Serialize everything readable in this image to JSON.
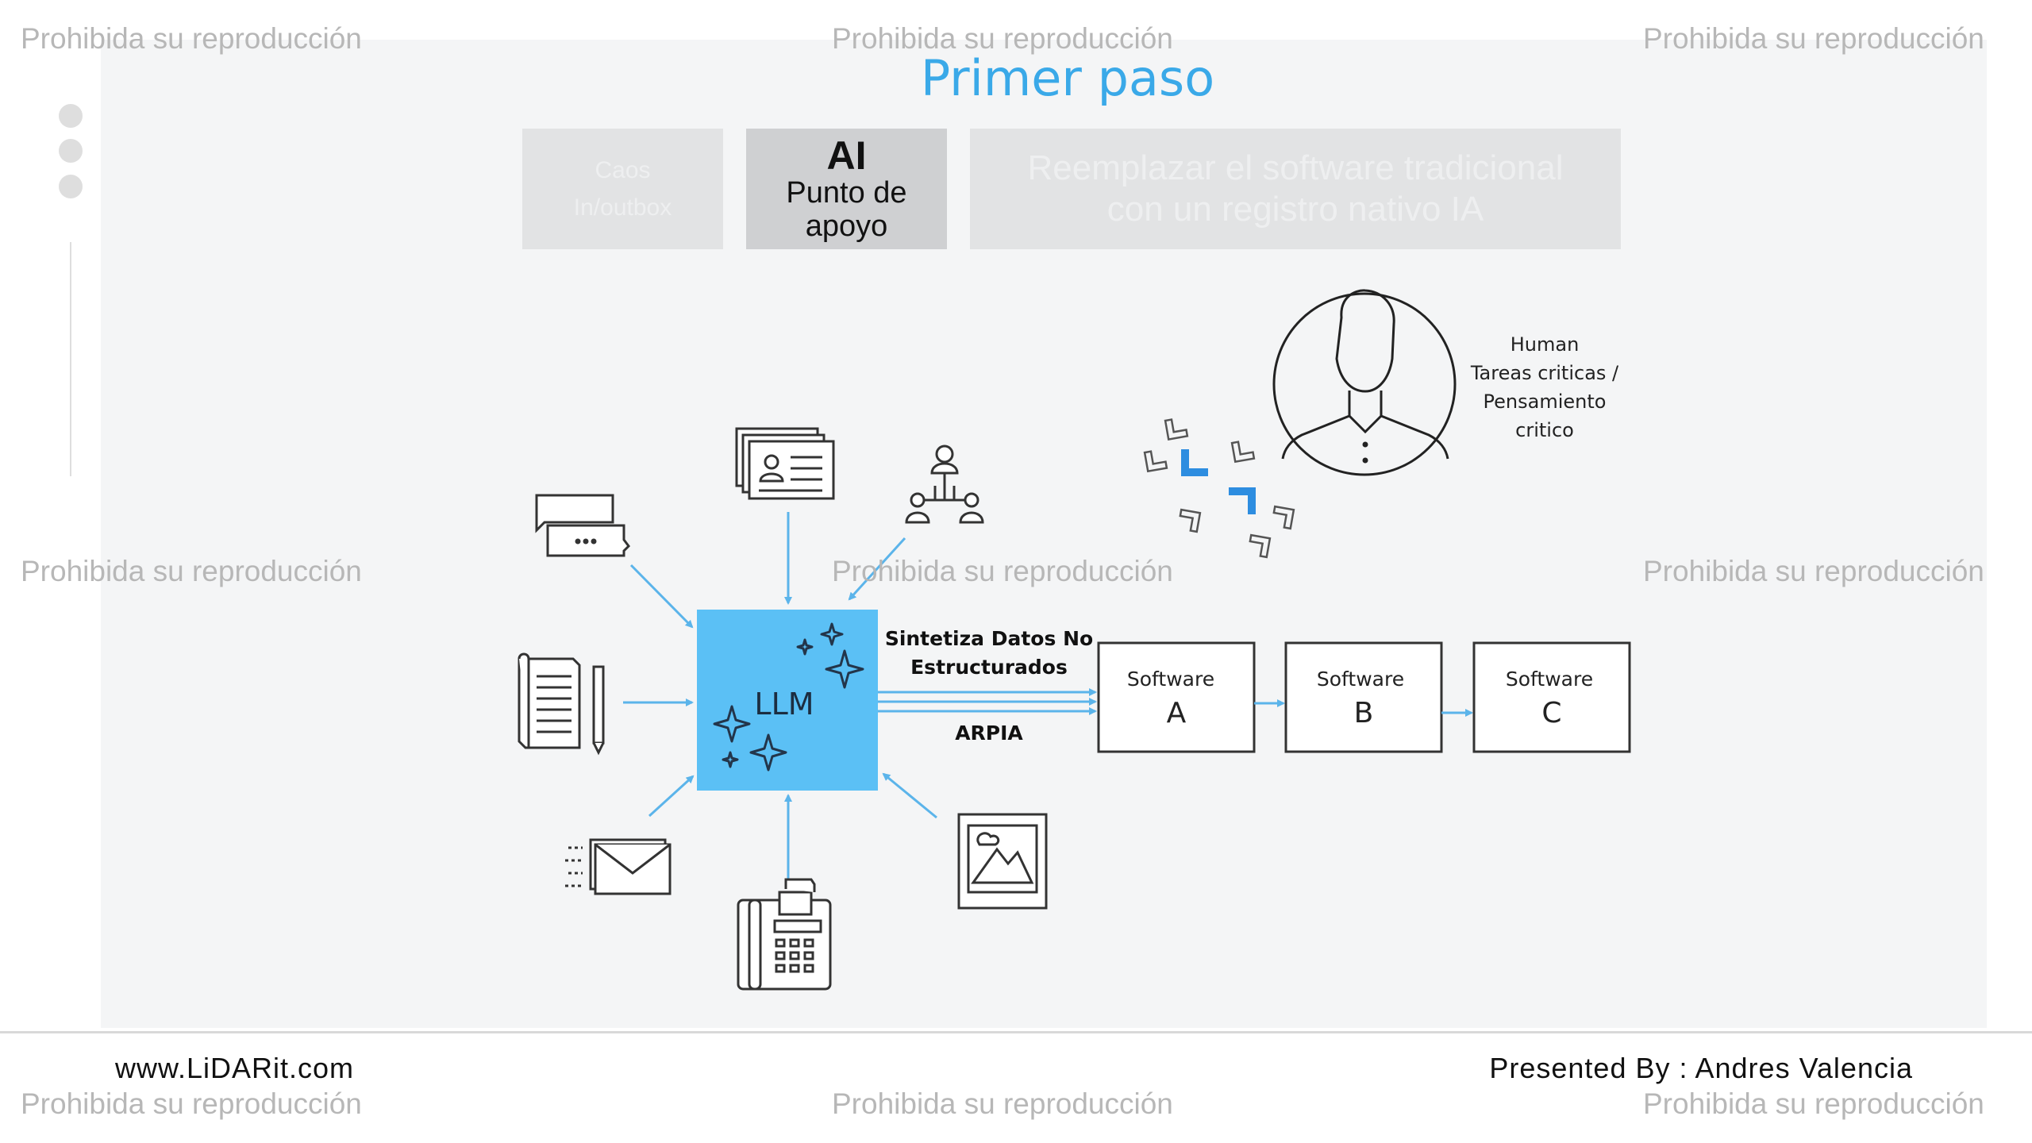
{
  "title": "Primer paso",
  "tabs": [
    {
      "line1": "Caos",
      "line2": "In/outbox"
    },
    {
      "line1": "AI",
      "line2": "Punto de",
      "line3": "apoyo"
    },
    {
      "line1": "Reemplazar el software tradicional",
      "line2": "con un registro nativo IA"
    }
  ],
  "diagram": {
    "llm_label": "LLM",
    "flow_label_line1": "Sintetiza Datos No",
    "flow_label_line2": "Estructurados",
    "flow_label_bottom": "ARPIA",
    "software_boxes": [
      {
        "line1": "Software",
        "line2": "A"
      },
      {
        "line1": "Software",
        "line2": "B"
      },
      {
        "line1": "Software",
        "line2": "C"
      }
    ],
    "human_lines": [
      "Human",
      "Tareas criticas /",
      "Pensamiento",
      "critico"
    ],
    "input_icons": [
      "chat-icon",
      "contact-cards-icon",
      "org-chart-icon",
      "document-pen-icon",
      "email-icon",
      "fax-icon",
      "image-icon"
    ],
    "accent_color": "#5bc0f5",
    "arrow_color": "#5bb4ea"
  },
  "footer": {
    "website": "www.LiDARit.com",
    "presenter": "Presented By : Andres Valencia"
  },
  "watermark": "Prohibida su reproducción"
}
